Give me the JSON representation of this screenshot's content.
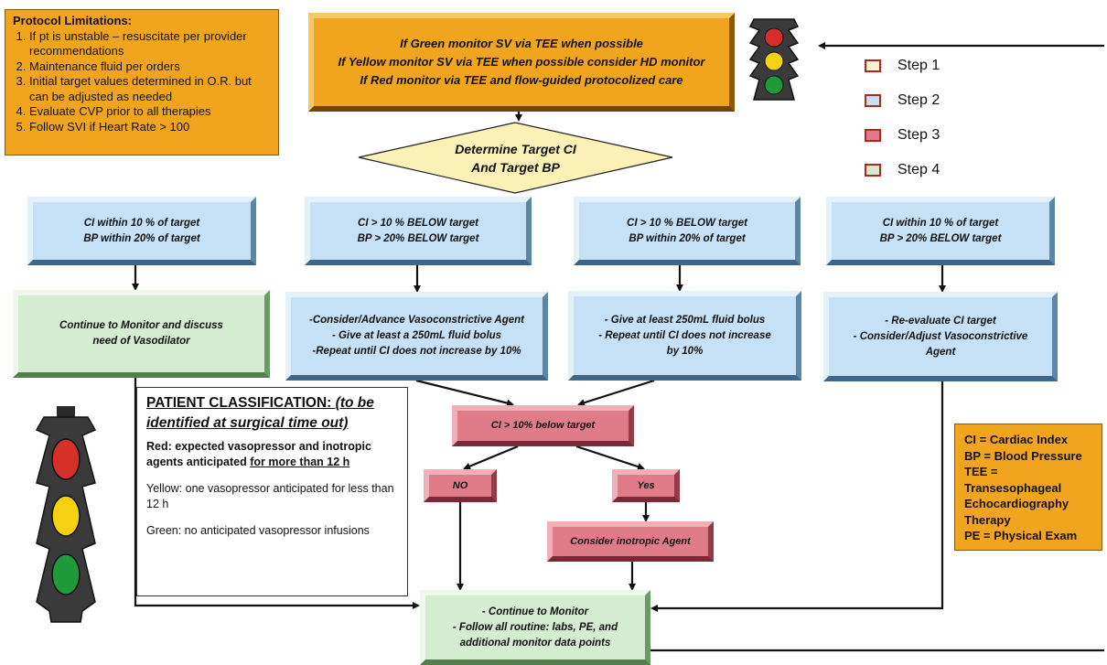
{
  "protocol_limitations": {
    "title": "Protocol Limitations:",
    "items": [
      "If pt is unstable – resuscitate per provider recommendations",
      "Maintenance fluid per orders",
      "Initial target values determined in O.R. but can be adjusted as needed",
      "Evaluate CVP prior to all therapies",
      "Follow SVI if Heart Rate > 100"
    ]
  },
  "top_box": "If Green monitor SV via TEE when possible\nIf Yellow monitor SV via TEE when possible consider HD monitor\nIf Red monitor via TEE and flow-guided protocolized care",
  "diamond": "Determine Target CI\nAnd Target BP",
  "legend": [
    {
      "label": "Step 1",
      "color": "#fbf0cf",
      "border": "#b3261e"
    },
    {
      "label": "Step 2",
      "color": "#c6e1f6",
      "border": "#b3261e"
    },
    {
      "label": "Step 3",
      "color": "#e07b88",
      "border": "#b3261e"
    },
    {
      "label": "Step 4",
      "color": "#d4ecd0",
      "border": "#b3261e"
    }
  ],
  "conditions": [
    "CI within 10 % of target\nBP within 20% of target",
    "CI  >  10 % BELOW target\nBP > 20% BELOW target",
    "CI  >  10 % BELOW target\nBP within 20% of target",
    "CI  within 10 % of target\nBP > 20% BELOW target"
  ],
  "actions": [
    "Continue to Monitor and discuss\nneed of Vasodilator",
    "-Consider/Advance Vasoconstrictive Agent\n- Give at least a 250mL fluid bolus\n-Repeat until CI does not increase by 10%",
    "- Give at least 250mL fluid bolus\n- Repeat until CI does not increase\nby 10%",
    "- Re-evaluate CI target\n- Consider/Adjust  Vasoconstrictive\nAgent"
  ],
  "decision": "CI > 10% below target",
  "no": "NO",
  "yes": "Yes",
  "inotropic": "Consider inotropic Agent",
  "final": "- Continue to Monitor\n- Follow all routine: labs, PE, and\nadditional monitor data points",
  "patient": {
    "title_main": "PATIENT CLASSIFICATION: ",
    "title_italic": "(to be identified at surgical time out)",
    "red_prefix": "Red: expected vasopressor and inotropic agents anticipated ",
    "red_underlined": "for more than 12 h",
    "yellow": "Yellow: one vasopressor anticipated for less than 12 h",
    "green": "Green: no anticipated vasopressor infusions"
  },
  "abbreviations": [
    "CI = Cardiac Index",
    "BP = Blood Pressure",
    "TEE = Transesophageal Echocardiography Therapy",
    "PE = Physical Exam"
  ],
  "colors": {
    "orange": "#f1a51f",
    "blue": "#c6e1f6",
    "green": "#d4ecd0",
    "pink": "#e07b88",
    "diamond": "#fbf0b5",
    "light_red": "#d62f2a",
    "light_yellow": "#f4d20f",
    "light_green": "#1f9a3a"
  }
}
